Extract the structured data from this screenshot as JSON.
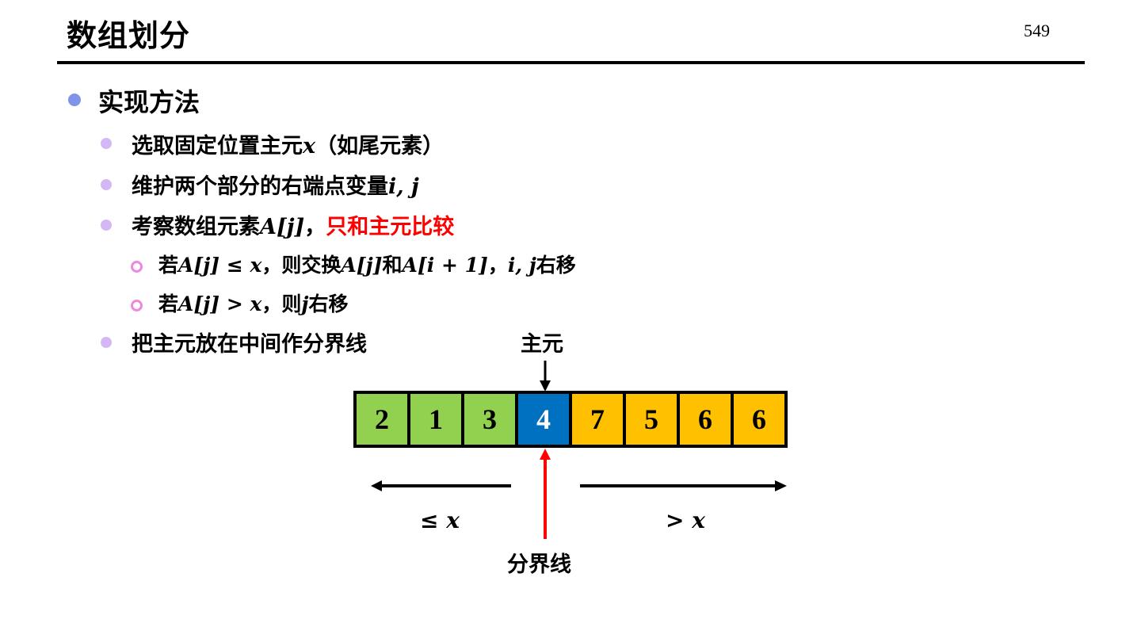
{
  "slide": {
    "title": "数组划分",
    "page_number": "549"
  },
  "content": {
    "heading": "实现方法",
    "items": [
      {
        "text": "选取固定位置主元",
        "math": "x",
        "tail": "（如尾元素）"
      },
      {
        "text": "维护两个部分的右端点变量",
        "math": "i, j"
      },
      {
        "text": "考察数组元素",
        "math": "A[j]",
        "sep": "，",
        "highlight": "只和主元比较"
      },
      {
        "sub": [
          {
            "prefix": "若",
            "math1": "A[j] ≤ x",
            "mid": "，则交换",
            "math2": "A[j]",
            "mid2": "和",
            "math3": "A[i + 1]",
            "mid3": "，",
            "math4": "i, j",
            "tail": "右移"
          },
          {
            "prefix": "若",
            "math1": "A[j] > x",
            "mid": "，则",
            "math2": "j",
            "tail": "右移"
          }
        ]
      },
      {
        "text": "把主元放在中间作分界线"
      }
    ]
  },
  "diagram": {
    "pivot_label": "主元",
    "boundary_label": "分界线",
    "left_label": "≤ x",
    "right_label": "> x",
    "cells": [
      {
        "value": "2",
        "color": "#92d050",
        "text_color": "#000000"
      },
      {
        "value": "1",
        "color": "#92d050",
        "text_color": "#000000"
      },
      {
        "value": "3",
        "color": "#92d050",
        "text_color": "#000000"
      },
      {
        "value": "4",
        "color": "#0070c0",
        "text_color": "#ffffff"
      },
      {
        "value": "7",
        "color": "#ffc000",
        "text_color": "#000000"
      },
      {
        "value": "5",
        "color": "#ffc000",
        "text_color": "#000000"
      },
      {
        "value": "6",
        "color": "#ffc000",
        "text_color": "#000000"
      },
      {
        "value": "6",
        "color": "#ffc000",
        "text_color": "#000000"
      }
    ]
  }
}
